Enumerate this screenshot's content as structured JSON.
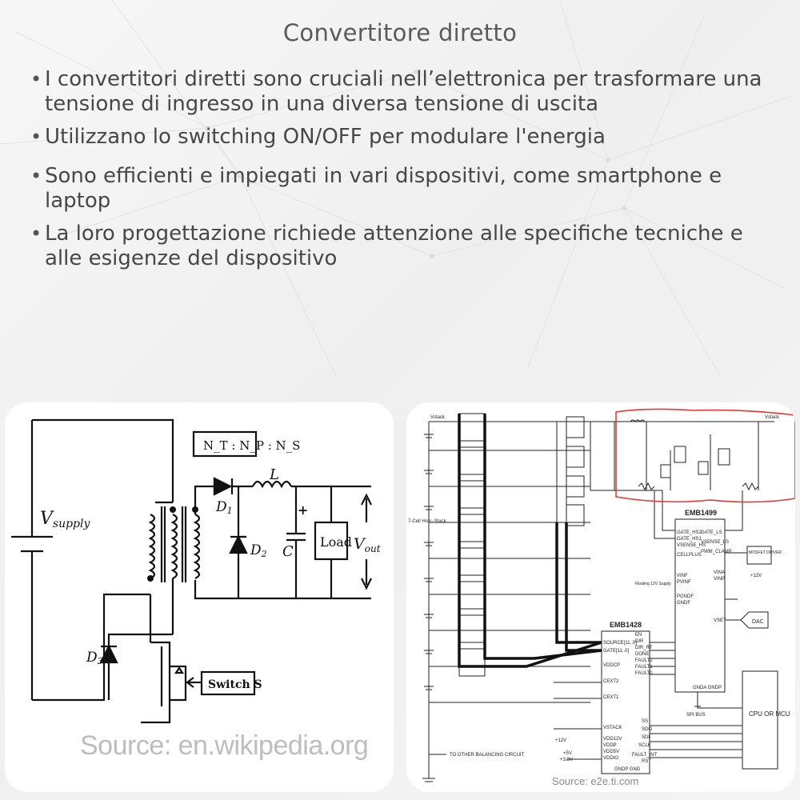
{
  "title": "Convertitore diretto",
  "bullets": [
    "I convertitori diretti sono cruciali nell’elettronica per trasformare una tensione di ingresso in una diversa tensione di uscita",
    "Utilizzano lo switching ON/OFF per modulare l'energia",
    "Sono efficienti e impiegati in vari dispositivi, come smartphone e laptop",
    "La loro progettazione richiede attenzione alle specifiche tecniche e alle esigenze del dispositivo"
  ],
  "left_diagram": {
    "vsupply_label": "V",
    "vsupply_sub": "supply",
    "turns_ratio": "N_T : N_P : N_S",
    "inductor": "L",
    "d1": "D",
    "d1_sub": "1",
    "d2": "D",
    "d2_sub": "2",
    "d3": "D",
    "d3_sub": "3",
    "capacitor": "C",
    "plus": "+",
    "load": "Load",
    "vout": "V",
    "vout_sub": "out",
    "switch": "Switch S",
    "source": "Source: en.wikipedia.org"
  },
  "right_diagram": {
    "vstack_left": "Vstack",
    "vstack_right": "Vstack",
    "cell_stack": "7-Cell\nHorr-\nStack",
    "emb1499": "EMB1499",
    "emb1428": "EMB1428",
    "emb1499_pins_left": [
      "GATE_HS2",
      "GATE_HS1",
      "VSENSE_HS",
      "CELLPLUS",
      "VINF",
      "PVINF",
      "PGNDF",
      "GNDF"
    ],
    "emb1499_pins_right": [
      "GATE_LS",
      "VSENSE_LS",
      "PWM_CLAMP",
      "VINA",
      "VINP",
      "VSET"
    ],
    "emb1499_pins_bottom": "GNDA  GNDP",
    "emb1428_pins_left": [
      "SOURCE[11..0]",
      "GATE[11..0]",
      "VDDCP",
      "CEXT2",
      "CEXT1",
      "VSTACK",
      "VDD12V",
      "VDDP",
      "VDD5V",
      "VDDIO"
    ],
    "emb1428_pins_right": [
      "EN",
      "DIR",
      "DIR_RT",
      "DONE",
      "FAULT2",
      "FAULT1",
      "FAULT0",
      "SS",
      "SDO",
      "SDI",
      "SCLK",
      "FAULT_INT",
      "RST"
    ],
    "emb1428_pins_bottom": "GNDP  GND",
    "mosfet_driver": "MOSFET\nDRIVER",
    "plus_12v_right": "+12V",
    "floating_supply": "Floating\n12V Supply",
    "dac": "DAC",
    "spi_bus": "SPI BUS",
    "cpu": "CPU OR\nMCU",
    "plus_12v": "+12V",
    "plus_5v": "+5V",
    "plus_3v3": "+3.3V",
    "other_balancing": "TO OTHER BALANCING CIRCUIT",
    "source": "Source: e2e.ti.com"
  }
}
